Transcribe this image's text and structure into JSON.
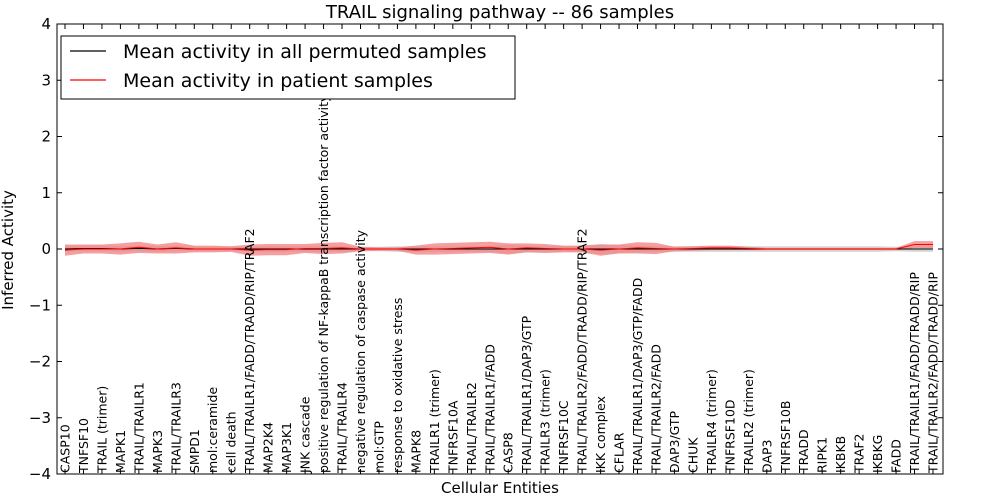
{
  "chart_data": {
    "type": "line",
    "title": "TRAIL signaling pathway -- 86 samples",
    "xlabel": "Cellular Entities",
    "ylabel": "Inferred Activity",
    "ylim": [
      -4,
      4
    ],
    "yticks": [
      4,
      3,
      2,
      1,
      0,
      -1,
      -2,
      -3,
      -4
    ],
    "legend_position": "top-left",
    "grid": false,
    "categories": [
      "CASP10",
      "TNFSF10",
      "TRAIL (trimer)",
      "MAPK1",
      "TRAIL/TRAILR1",
      "MAPK3",
      "TRAIL/TRAILR3",
      "SMPD1",
      "mol:ceramide",
      "cell death",
      "TRAIL/TRAILR1/FADD/TRADD/RIP/TRAF2",
      "MAP2K4",
      "MAP3K1",
      "JNK cascade",
      "positive regulation of NF-kappaB transcription factor activity",
      "TRAIL/TRAILR4",
      "negative regulation of caspase activity",
      "mol:GTP",
      "response to oxidative stress",
      "MAPK8",
      "TRAILR1 (trimer)",
      "TNFRSF10A",
      "TRAIL/TRAILR2",
      "TRAIL/TRAILR1/FADD",
      "CASP8",
      "TRAIL/TRAILR1/DAP3/GTP",
      "TRAILR3 (trimer)",
      "TNFRSF10C",
      "TRAIL/TRAILR2/FADD/TRADD/RIP/TRAF2",
      "IKK complex",
      "CFLAR",
      "TRAIL/TRAILR1/DAP3/GTP/FADD",
      "TRAIL/TRAILR2/FADD",
      "DAP3/GTP",
      "CHUK",
      "TRAILR4 (trimer)",
      "TNFRSF10D",
      "TRAILR2 (trimer)",
      "DAP3",
      "TNFRSF10B",
      "TRADD",
      "RIPK1",
      "IKBKB",
      "TRAF2",
      "IKBKG",
      "FADD",
      "TRAIL/TRAILR1/FADD/TRADD/RIP",
      "TRAIL/TRAILR2/FADD/TRADD/RIP"
    ],
    "series": [
      {
        "name": "Mean activity in all permuted samples",
        "color": "#000000",
        "band_color": "#cccccc",
        "values": [
          0.0,
          0.01,
          0.01,
          0.0,
          0.01,
          0.0,
          0.01,
          0.0,
          0.0,
          0.0,
          0.0,
          0.0,
          0.0,
          0.0,
          0.0,
          0.0,
          0.0,
          0.0,
          0.0,
          0.0,
          0.0,
          0.0,
          0.0,
          0.0,
          0.0,
          0.0,
          0.0,
          0.0,
          0.0,
          0.0,
          0.0,
          0.0,
          0.0,
          0.0,
          0.0,
          0.0,
          0.0,
          0.0,
          0.0,
          0.0,
          0.0,
          0.0,
          0.0,
          0.0,
          0.0,
          0.0,
          0.0,
          0.0
        ],
        "band_halfwidth": [
          0.05,
          0.05,
          0.05,
          0.05,
          0.05,
          0.05,
          0.05,
          0.04,
          0.04,
          0.04,
          0.04,
          0.05,
          0.05,
          0.05,
          0.05,
          0.05,
          0.04,
          0.04,
          0.05,
          0.05,
          0.05,
          0.05,
          0.05,
          0.05,
          0.08,
          0.06,
          0.05,
          0.05,
          0.06,
          0.09,
          0.07,
          0.06,
          0.05,
          0.05,
          0.05,
          0.05,
          0.05,
          0.05,
          0.05,
          0.05,
          0.05,
          0.05,
          0.05,
          0.05,
          0.05,
          0.04,
          0.05,
          0.05
        ]
      },
      {
        "name": "Mean activity in patient samples",
        "color": "#ff0000",
        "band_color": "#f08080",
        "values": [
          -0.02,
          0.0,
          0.0,
          0.0,
          0.03,
          0.0,
          0.02,
          0.0,
          0.0,
          0.0,
          -0.02,
          -0.01,
          -0.01,
          0.01,
          0.01,
          0.02,
          0.0,
          0.0,
          0.0,
          -0.02,
          0.0,
          0.01,
          0.02,
          0.03,
          0.0,
          0.02,
          0.01,
          0.0,
          0.0,
          -0.02,
          0.0,
          0.02,
          0.01,
          0.0,
          0.01,
          0.02,
          0.02,
          0.01,
          0.0,
          0.0,
          0.0,
          0.0,
          0.0,
          0.0,
          0.0,
          0.0,
          0.08,
          0.08
        ],
        "band_halfwidth": [
          0.1,
          0.08,
          0.08,
          0.1,
          0.1,
          0.08,
          0.1,
          0.06,
          0.06,
          0.05,
          0.1,
          0.1,
          0.1,
          0.08,
          0.1,
          0.1,
          0.04,
          0.03,
          0.03,
          0.08,
          0.1,
          0.1,
          0.1,
          0.1,
          0.1,
          0.08,
          0.08,
          0.06,
          0.06,
          0.1,
          0.08,
          0.1,
          0.1,
          0.04,
          0.04,
          0.04,
          0.04,
          0.03,
          0.02,
          0.02,
          0.02,
          0.02,
          0.02,
          0.02,
          0.02,
          0.02,
          0.06,
          0.06
        ]
      }
    ]
  }
}
